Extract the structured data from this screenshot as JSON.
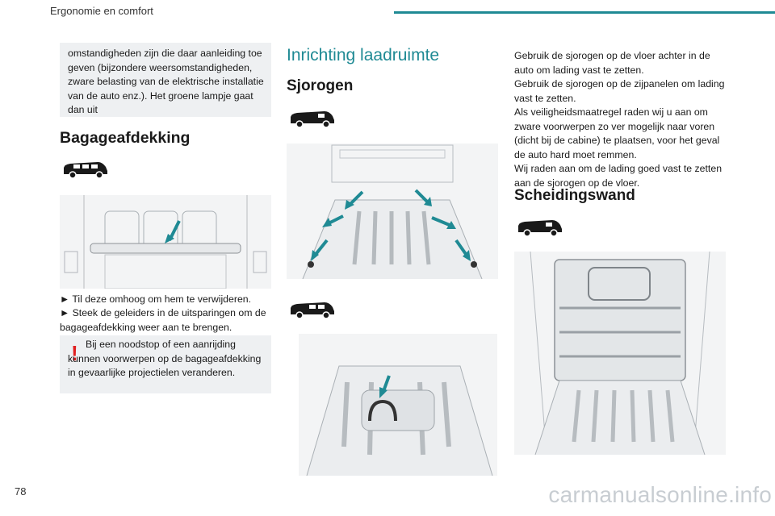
{
  "header": {
    "chapter": "Ergonomie en comfort"
  },
  "page_number": "78",
  "watermark": "carmanualsonline.info",
  "col1": {
    "intro_box": "omstandigheden zijn die daar aanleiding toe geven (bijzondere weersomstandigheden, zware belasting van de elektrische installatie van de auto enz.). Het groene lampje gaat dan uit",
    "section_title": "Bagageafdekking",
    "steps": [
      "► Til deze omhoog om hem te verwijderen.",
      "► Steek de geleiders in de uitsparingen om de bagageafdekking weer aan te brengen."
    ],
    "warning": "Bij een noodstop of een aanrijding kunnen voorwerpen op de bagageafdekking in gevaarlijke projectielen veranderen."
  },
  "col2": {
    "section_title": "Inrichting laadruimte",
    "subsection_title": "Sjorogen"
  },
  "col3": {
    "paragraphs": [
      "Gebruik de sjorogen op de vloer achter in de auto om lading vast te zetten.",
      "Gebruik de sjorogen op de zijpanelen om lading vast te zetten.",
      "Als veiligheidsmaatregel raden wij u aan om zware voorwerpen zo ver mogelijk naar voren (dicht bij de cabine) te plaatsen, voor het geval de auto hard moet remmen.",
      "Wij raden aan om de lading goed vast te zetten aan de sjorogen op de vloer."
    ],
    "section_title": "Scheidingswand"
  },
  "colors": {
    "accent": "#1f8a94",
    "warning": "#e02020",
    "box": "#eef0f2"
  }
}
